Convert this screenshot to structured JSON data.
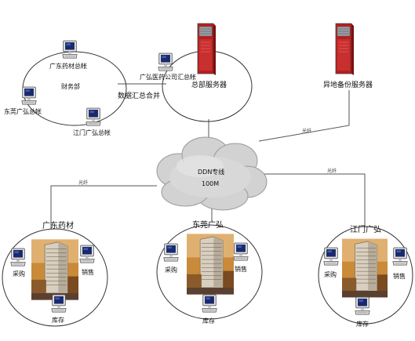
{
  "finance": {
    "label": "财务部",
    "pcs": [
      "广东药材总帐",
      "东莞广弘总帐",
      "江门广弘总帐"
    ]
  },
  "hq": {
    "server_label": "总部服务器",
    "pc_label": "广弘医药公司汇总帐",
    "link_label": "数据汇总合并"
  },
  "backup": {
    "server_label": "异地备份服务器"
  },
  "network": {
    "name": "DDN专线",
    "speed": "100M",
    "fiber": "光纤"
  },
  "branches": [
    {
      "name": "广东药材",
      "pcs": [
        "采购",
        "销售",
        "库存"
      ]
    },
    {
      "name": "东莞广弘",
      "pcs": [
        "采购",
        "销售",
        "库存"
      ]
    },
    {
      "name": "江门广弘",
      "pcs": [
        "采购",
        "销售",
        "库存"
      ]
    }
  ]
}
